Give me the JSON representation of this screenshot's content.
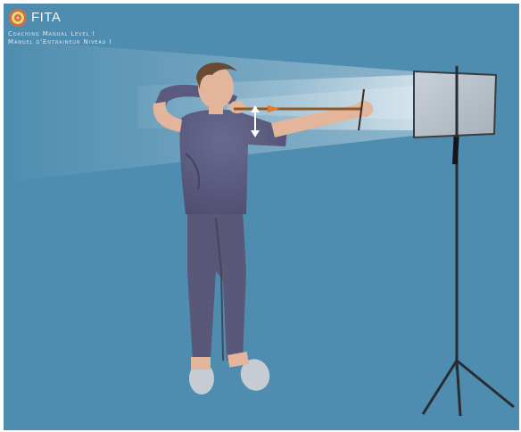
{
  "header": {
    "brand": "FITA",
    "title_en": "Coaching Manual Level I",
    "title_fr": "Manuel d'Entraineur Niveau I"
  },
  "icons": {
    "logo": "target-logo-icon"
  },
  "colors": {
    "background": "#4f8db0",
    "shirt": "#5b5a7e",
    "pants": "#5a5878",
    "skin": "#e3b59a",
    "hair": "#6b4a34",
    "mirror": "#b9c3cc",
    "stand": "#2a2c33",
    "arrow_tip": "#e07b2a"
  }
}
